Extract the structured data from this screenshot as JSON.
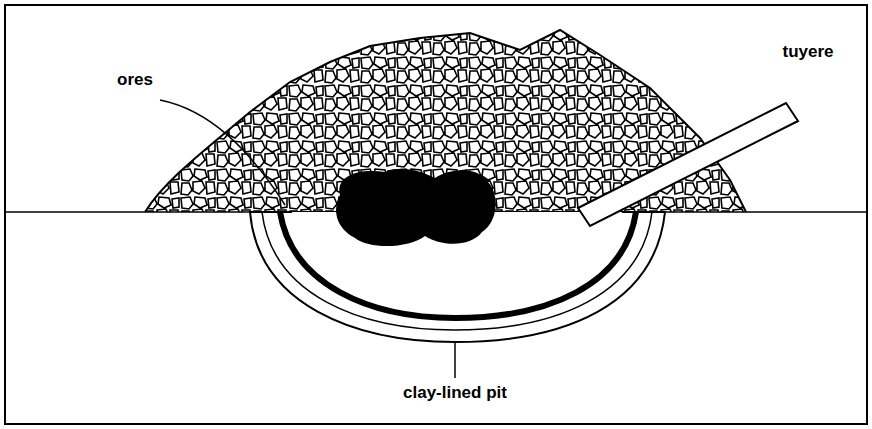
{
  "diagram": {
    "labels": [
      "ores",
      "tuyere",
      "clay-lined pit"
    ]
  }
}
